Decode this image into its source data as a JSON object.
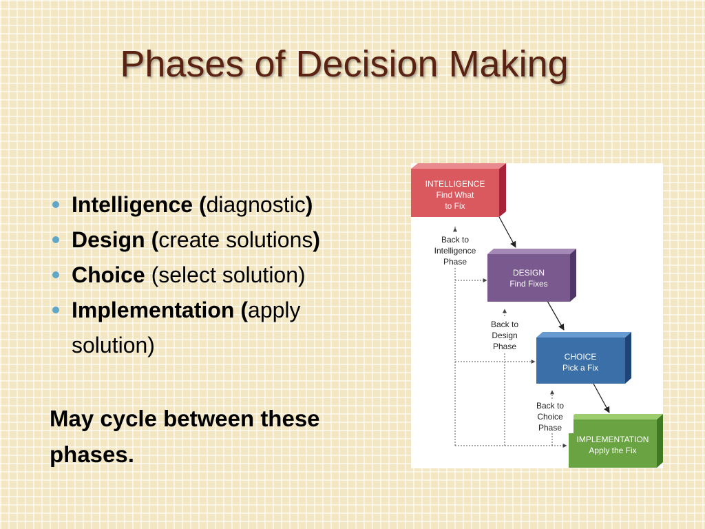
{
  "slide": {
    "title": "Phases of Decision Making",
    "bullets": [
      {
        "term": "Intelligence (",
        "desc": "diagnostic",
        "tail": ")"
      },
      {
        "term": "Design (",
        "desc": "create solutions",
        "tail": ")"
      },
      {
        "term": "Choice",
        "desc": " (select solution)",
        "tail": ""
      },
      {
        "term": "Implementation (",
        "desc": "apply solution)",
        "tail": ""
      }
    ],
    "cycle_note": "May cycle between these phases."
  },
  "diagram": {
    "phases": [
      {
        "name": "INTELLIGENCE",
        "line1": "Find What",
        "line2": "to Fix",
        "color": "#d9595e"
      },
      {
        "name": "DESIGN",
        "line1": "Find Fixes",
        "line2": "",
        "color": "#7a5a8e"
      },
      {
        "name": "CHOICE",
        "line1": "Pick a Fix",
        "line2": "",
        "color": "#3a6fa8"
      },
      {
        "name": "IMPLEMENTATION",
        "line1": "Apply the Fix",
        "line2": "",
        "color": "#6aa341"
      }
    ],
    "feedback": [
      {
        "l1": "Back to",
        "l2": "Intelligence",
        "l3": "Phase"
      },
      {
        "l1": "Back to",
        "l2": "Design",
        "l3": "Phase"
      },
      {
        "l1": "Back to",
        "l2": "Choice",
        "l3": "Phase"
      }
    ]
  },
  "colors": {
    "title": "#5a2212",
    "bullet": "#5fa6c7",
    "background": "#f3e6c3"
  }
}
